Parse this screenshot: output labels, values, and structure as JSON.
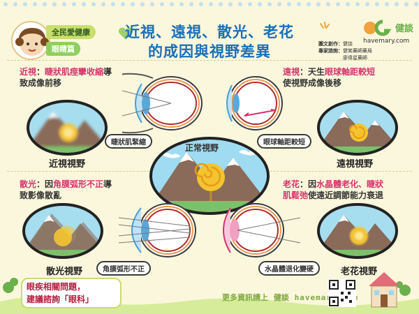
{
  "header": {
    "badge_top": "全民愛健康",
    "badge_bottom": "眼睛篇",
    "title_line1": "近視、遠視、散光、老花",
    "title_line2": "的成因與視野差異"
  },
  "brand": {
    "logo_text": "健談",
    "site": "havemary.com"
  },
  "credits": [
    {
      "key": "圖文創作：",
      "value": "健談"
    },
    {
      "key": "專家諮詢：",
      "value": "健笑藥師藥局"
    },
    {
      "key": "",
      "value": "廖偉星藥師"
    }
  ],
  "sections": {
    "myopia": {
      "term": "近視",
      "sep": "：",
      "highlight": "睫狀肌痙攣收縮",
      "rest1": "導",
      "rest2": "致成像前移",
      "eye_label": "睫狀肌緊縮",
      "scene_label": "近視視野"
    },
    "hyperopia": {
      "term": "遠視",
      "sep": "：天生",
      "highlight": "眼球軸距較短",
      "rest2": "使視野成像後移",
      "eye_label": "眼球軸距較短",
      "scene_label": "遠視視野"
    },
    "normal": {
      "scene_label": "正常視野"
    },
    "astigmatism": {
      "term": "散光",
      "sep": "：因",
      "highlight": "角膜弧形不正",
      "rest1": "導",
      "rest2": "致影像散亂",
      "eye_label": "角膜弧形不正",
      "scene_label": "散光視野"
    },
    "presbyopia": {
      "term": "老花",
      "sep": "：因",
      "highlight": "水晶體老化、睫狀",
      "highlight2": "肌鬆弛",
      "rest2": "使遠近調節能力衰退",
      "eye_label": "水晶體退化變硬",
      "scene_label": "老花視野"
    }
  },
  "watermark": "健談 havemary.com",
  "footer": {
    "advice_line1": "眼疾相關問題，",
    "advice_line2": "建議諮詢「眼科」",
    "more": "更多資訊請上",
    "brand": "健談",
    "site": "havemary.com"
  },
  "colors": {
    "accent_pink": "#d6336c",
    "title_blue": "#1a6fb8",
    "brand_green": "#7da83b",
    "background": "#fbf7dc"
  }
}
